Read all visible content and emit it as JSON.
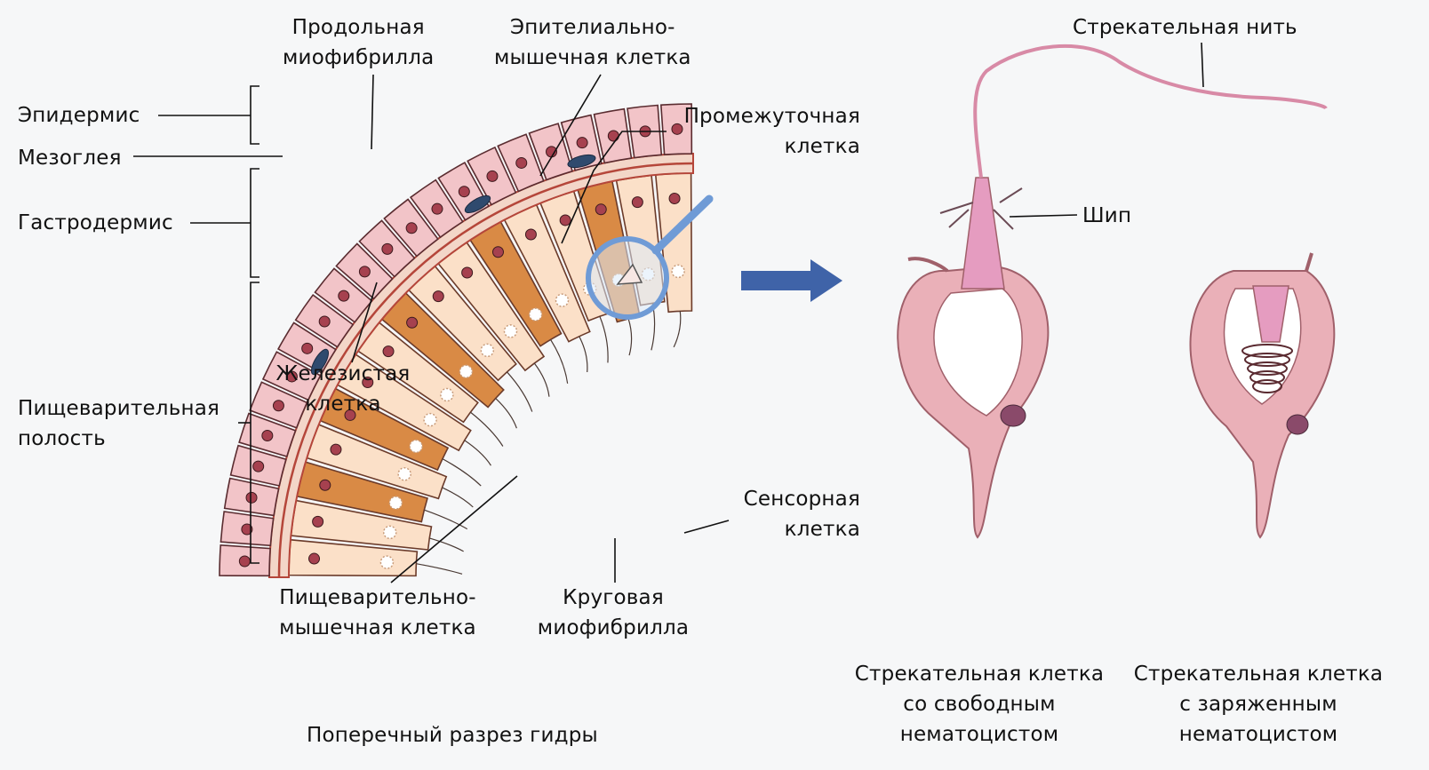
{
  "labels": {
    "epidermis": "Эпидермис",
    "mesoglea": "Мезоглея",
    "gastrodermis": "Гастродермис",
    "digestive_cavity": [
      "Пищеварительная",
      "полость"
    ],
    "longitudinal_myofibril": [
      "Продольная",
      "миофибрилла"
    ],
    "epithelial_muscle_cell": [
      "Эпителиально-",
      "мышечная клетка"
    ],
    "interstitial_cell": [
      "Промежуточная",
      "клетка"
    ],
    "glandular_cell": [
      "Железистая",
      "клетка"
    ],
    "sensory_cell": [
      "Сенсорная",
      "клетка"
    ],
    "digestive_muscle_cell": [
      "Пищеварительно-",
      "мышечная клетка"
    ],
    "circular_myofibril": [
      "Круговая",
      "миофибрилла"
    ],
    "section_caption": "Поперечный разрез гидры",
    "stinging_thread": "Стрекательная нить",
    "spike": "Шип",
    "cell_free_nematocyst": [
      "Стрекательная клетка",
      "со свободным",
      "нематоцистом"
    ],
    "cell_charged_nematocyst": [
      "Стрекательная клетка",
      "с заряженным",
      "нематоцистом"
    ]
  },
  "colors": {
    "epidermis_cell": "#f2c4c8",
    "gastro_cell": "#fbe0c8",
    "gland_cell": "#d98a45",
    "mesoglea": "#b5463a",
    "nucleus": "#a6414f",
    "cnidocyte": "#eab0b8",
    "thread": "#d88aa6",
    "arrow": "#3f63a8",
    "magnifier": "#6f9bd6"
  }
}
